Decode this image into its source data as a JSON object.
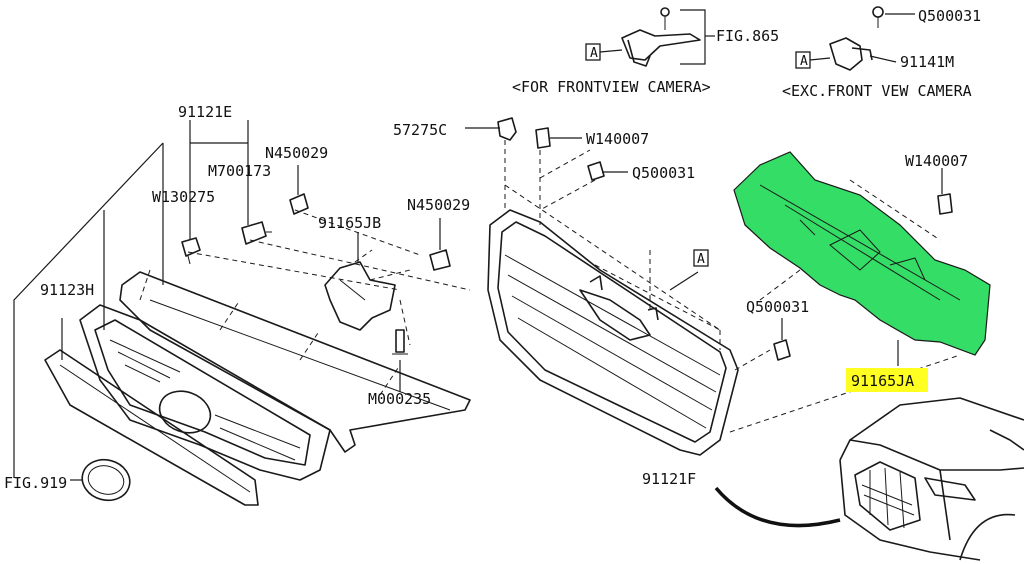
{
  "labels": {
    "fig865": "FIG.865",
    "q500031_top": "Q500031",
    "m91141": "91141M",
    "for_front": "<FOR FRONTVIEW CAMERA>",
    "exc_front": "<EXC.FRONT VEW CAMERA",
    "p91121E": "91121E",
    "n450029_a": "N450029",
    "m700173": "M700173",
    "w130275": "W130275",
    "p91165JB": "91165JB",
    "n450029_b": "N450029",
    "p91123H": "91123H",
    "m000235": "M000235",
    "fig919": "FIG.919",
    "p57275C": "57275C",
    "w140007_a": "W140007",
    "q500031_mid": "Q500031",
    "w140007_b": "W140007",
    "q500031_low": "Q500031",
    "p91165JA": "91165JA",
    "p91121F": "91121F",
    "ref_a": "A"
  },
  "colors": {
    "highlight_part": "#33dd66",
    "label_highlight": "#ffff22"
  }
}
